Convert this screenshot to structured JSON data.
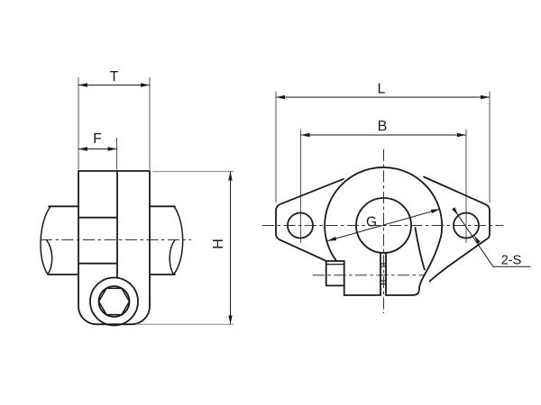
{
  "drawing": {
    "colors": {
      "background": "#ffffff",
      "line": "#1a1a1a",
      "extension_line": "#555555",
      "light_extension_line": "#999999",
      "centerline": "#333333"
    },
    "side_view": {
      "labels": {
        "T": "T",
        "F": "F",
        "H": "H"
      }
    },
    "front_view": {
      "labels": {
        "L": "L",
        "B": "B",
        "G": "G",
        "holes": "2-S"
      }
    }
  }
}
